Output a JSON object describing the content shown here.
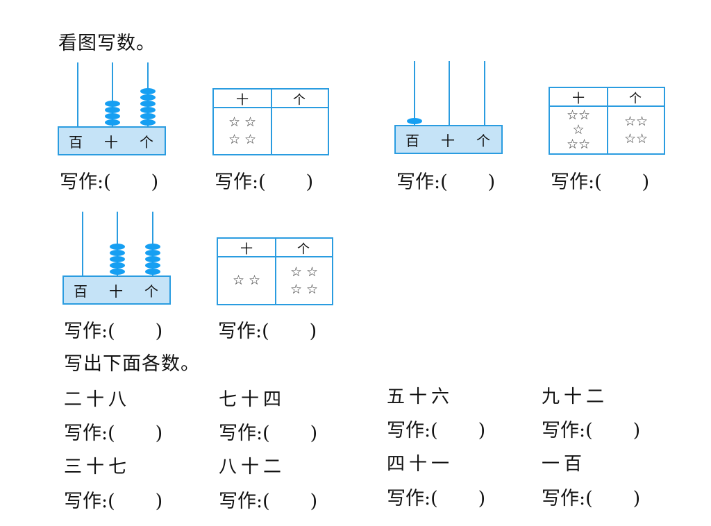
{
  "section1": {
    "title": "看图写数。"
  },
  "section2": {
    "title": "写出下面各数。"
  },
  "answer": {
    "label": "写作:(",
    "close": ")"
  },
  "abacus_labels": {
    "hundreds": "百",
    "tens": "十",
    "ones": "个"
  },
  "table_headers": {
    "tens": "十",
    "ones": "个"
  },
  "abaci": [
    {
      "hundreds": 0,
      "tens": 4,
      "ones": 6
    },
    {
      "hundreds": 1,
      "tens": 0,
      "ones": 0
    },
    {
      "hundreds": 0,
      "tens": 5,
      "ones": 5
    }
  ],
  "tables": [
    {
      "tens_rows": [
        "☆ ☆",
        "☆ ☆"
      ],
      "ones_rows": []
    },
    {
      "tens_rows": [
        "☆☆",
        "☆",
        "☆☆"
      ],
      "ones_rows": [
        "☆☆",
        "☆☆"
      ]
    },
    {
      "tens_rows": [
        "☆ ☆"
      ],
      "ones_rows": [
        "☆ ☆",
        "☆ ☆"
      ]
    }
  ],
  "number_words": [
    "二十八",
    "七十四",
    "五十六",
    "九十二",
    "三十七",
    "八十二",
    "四十一",
    "一百"
  ]
}
